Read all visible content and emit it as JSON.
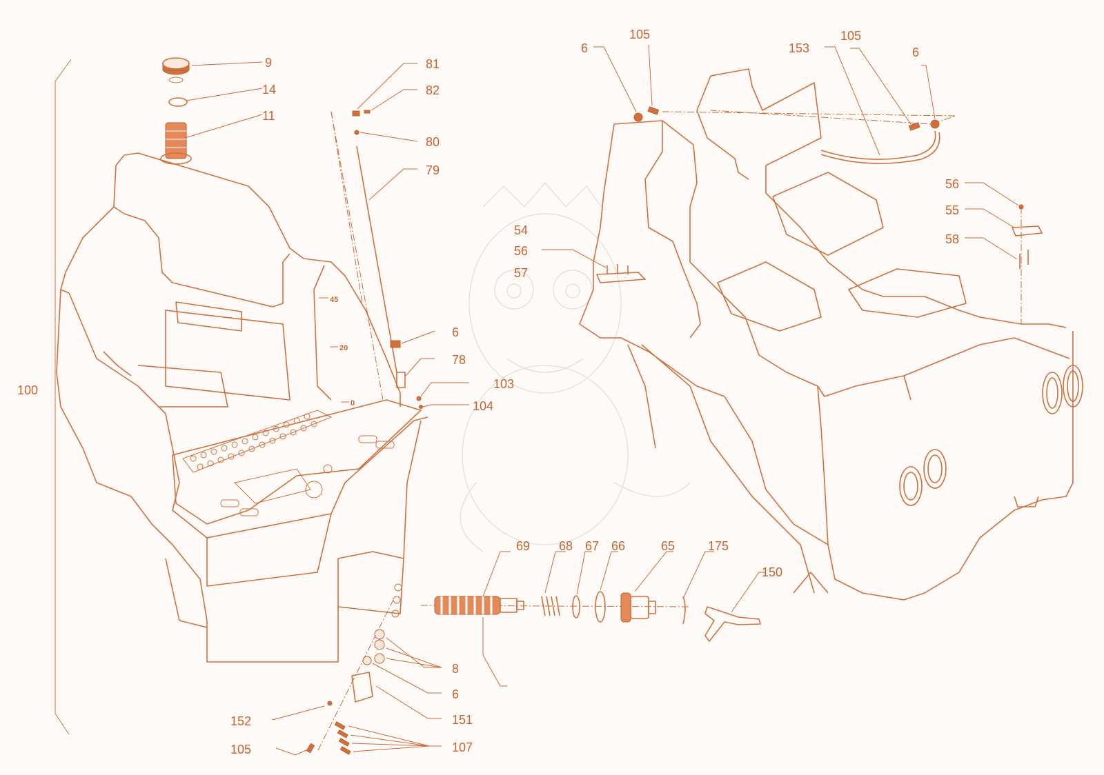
{
  "colors": {
    "line": "#d0703c",
    "label": "#c8632e",
    "background": "#fdfaf7",
    "watermark": "#e6e0db"
  },
  "gauge_marks": [
    "45",
    "20",
    "0"
  ],
  "callouts": {
    "c9": "9",
    "c14": "14",
    "c11": "11",
    "c81": "81",
    "c82": "82",
    "c80": "80",
    "c79": "79",
    "c6a": "6",
    "c78": "78",
    "c103": "103",
    "c104": "104",
    "c100": "100",
    "c8": "8",
    "c6b": "6",
    "c151": "151",
    "c152": "152",
    "c105a": "105",
    "c107": "107",
    "c69": "69",
    "c68": "68",
    "c67": "67",
    "c66": "66",
    "c65": "65",
    "c175": "175",
    "c150": "150",
    "c6c": "6",
    "c105b": "105",
    "c153": "153",
    "c105c": "105",
    "c6d": "6",
    "c54": "54",
    "c56a": "56",
    "c57": "57",
    "c56b": "56",
    "c55": "55",
    "c58": "58"
  }
}
